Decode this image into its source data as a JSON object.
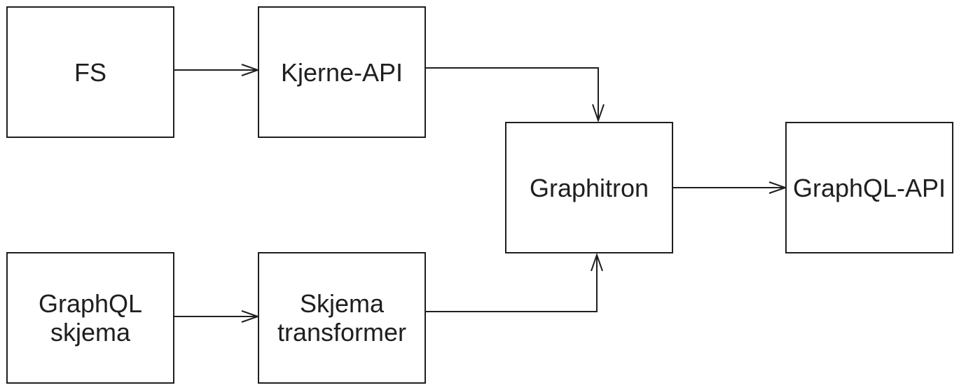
{
  "diagram": {
    "nodes": {
      "fs": {
        "lines": [
          "FS"
        ]
      },
      "kjerne_api": {
        "lines": [
          "Kjerne-API"
        ]
      },
      "graphitron": {
        "lines": [
          "Graphitron"
        ]
      },
      "graphql_api": {
        "lines": [
          "GraphQL-API"
        ]
      },
      "graphql_skjema": {
        "lines": [
          "GraphQL",
          "skjema"
        ]
      },
      "skjema_transformer": {
        "lines": [
          "Skjema",
          "transformer"
        ]
      }
    },
    "edges": [
      {
        "from": "FS",
        "to": "Kjerne-API"
      },
      {
        "from": "Kjerne-API",
        "to": "Graphitron"
      },
      {
        "from": "GraphQL skjema",
        "to": "Skjema transformer"
      },
      {
        "from": "Skjema transformer",
        "to": "Graphitron"
      },
      {
        "from": "Graphitron",
        "to": "GraphQL-API"
      }
    ],
    "colors": {
      "stroke": "#1f1f1f",
      "background": "#ffffff",
      "text": "#1f1f1f"
    }
  }
}
